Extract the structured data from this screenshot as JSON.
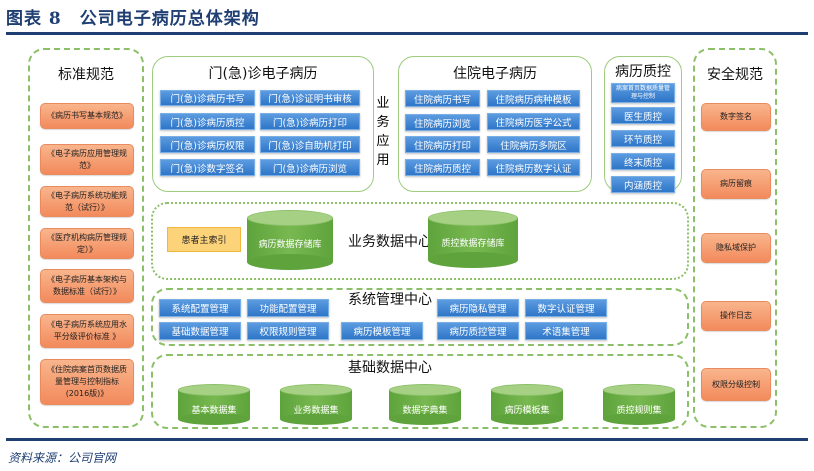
{
  "header": {
    "title": "图表 8　公司电子病历总体架构"
  },
  "standards": {
    "title": "标准规范",
    "items": [
      "《病历书写基本规范》",
      "《电子病历应用管理规范》",
      "《电子病历系统功能规范（试行）》",
      "《医疗机构病历管理规定）》",
      "《电子病历基本架构与数据标准（试行）》",
      "《电子病历系统应用水平分级评价标准 》",
      "《住院病案首页数据质量管理与控制指标(2016版)》"
    ]
  },
  "outpatient": {
    "title": "门(急)诊电子病历",
    "items": [
      "门(急)诊病历书写",
      "门(急)诊证明书审核",
      "门(急)诊病历质控",
      "门(急)诊病历打印",
      "门(急)诊病历权限",
      "门(急)诊自助机打印",
      "门(急)诊数字签名",
      "门(急)诊病历浏览"
    ]
  },
  "business_app_label": [
    "业",
    "务",
    "应",
    "用"
  ],
  "inpatient": {
    "title": "住院电子病历",
    "items": [
      "住院病历书写",
      "住院病历病种模板",
      "住院病历浏览",
      "住院病历医学公式",
      "住院病历打印",
      "住院病历多院区",
      "住院病历质控",
      "住院病历数字认证"
    ]
  },
  "quality": {
    "title": "病历质控",
    "items": [
      "病案首页数据质量管理与控制",
      "医生质控",
      "环节质控",
      "终末质控",
      "内涵质控"
    ]
  },
  "security": {
    "title": "安全规范",
    "items": [
      "数字签名",
      "病历留痕",
      "隐私域保护",
      "操作日志",
      "权限分级控制"
    ]
  },
  "business_data_center": {
    "title": "业务数据中心",
    "patient_index": "患者主索引",
    "stores": [
      "病历数据存储库",
      "质控数据存储库"
    ]
  },
  "system_mgmt_center": {
    "title": "系统管理中心",
    "items": [
      "系统配置管理",
      "功能配置管理",
      "病历隐私管理",
      "数字认证管理",
      "基础数据管理",
      "权限规则管理",
      "病历模板管理",
      "病历质控管理",
      "术语集管理"
    ]
  },
  "base_data_center": {
    "title": "基础数据中心",
    "sets": [
      "基本数据集",
      "业务数据集",
      "数据字典集",
      "病历模板集",
      "质控规则集"
    ]
  },
  "footer": {
    "source": "资料来源：公司官网"
  },
  "colors": {
    "navy": "#1f3f73",
    "green": "#8cc068",
    "blue": "#2f76c8",
    "orange": "#f28a5c",
    "yellow": "#fdd37a"
  }
}
